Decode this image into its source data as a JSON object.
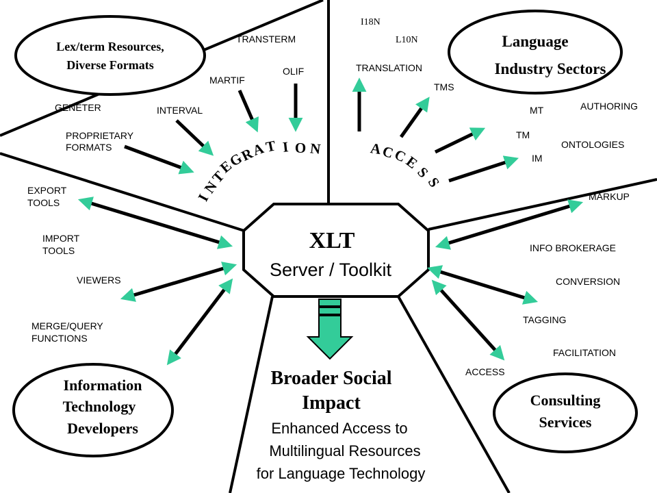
{
  "center": {
    "title": "XLT",
    "subtitle": "Server / Toolkit"
  },
  "ovals": {
    "lex": [
      "Lex/term Resources,",
      "Diverse Formats"
    ],
    "language": [
      "Language",
      "Industry Sectors"
    ],
    "it": [
      "Information",
      "Technology",
      "Developers"
    ],
    "consulting": [
      "Consulting",
      "Services"
    ]
  },
  "integration": {
    "word": "INTEGRATION",
    "labels": {
      "transterm": "TRANSTERM",
      "martif": "MARTIF",
      "olif": "OLIF",
      "geneter": "GENETER",
      "interval": "INTERVAL",
      "proprietary": [
        "PROPRIETARY",
        "FORMATS"
      ]
    }
  },
  "access": {
    "word": "ACCESS",
    "labels": {
      "i18n": "I18N",
      "l10n": "L10N",
      "translation": "TRANSLATION",
      "tms": "TMS",
      "mt": "MT",
      "authoring": "AUTHORING",
      "tm": "TM",
      "ontologies": "ONTOLOGIES",
      "im": "IM"
    }
  },
  "left": {
    "export": [
      "EXPORT",
      "TOOLS"
    ],
    "import": [
      "IMPORT",
      "TOOLS"
    ],
    "viewers": "VIEWERS",
    "merge": [
      "MERGE/QUERY",
      "FUNCTIONS"
    ]
  },
  "right": {
    "markup": "MARKUP",
    "info_brokerage": "INFO BROKERAGE",
    "conversion": "CONVERSION",
    "tagging": "TAGGING",
    "facilitation": "FACILITATION",
    "access": "ACCESS"
  },
  "bottom": {
    "heading": [
      "Broader Social",
      "Impact"
    ],
    "body": [
      "Enhanced Access to",
      "Multilingual Resources",
      "for Language Technology"
    ]
  },
  "colors": {
    "arrow_head": "#33cc99",
    "lines": "#000000",
    "background": "#ffffff"
  }
}
